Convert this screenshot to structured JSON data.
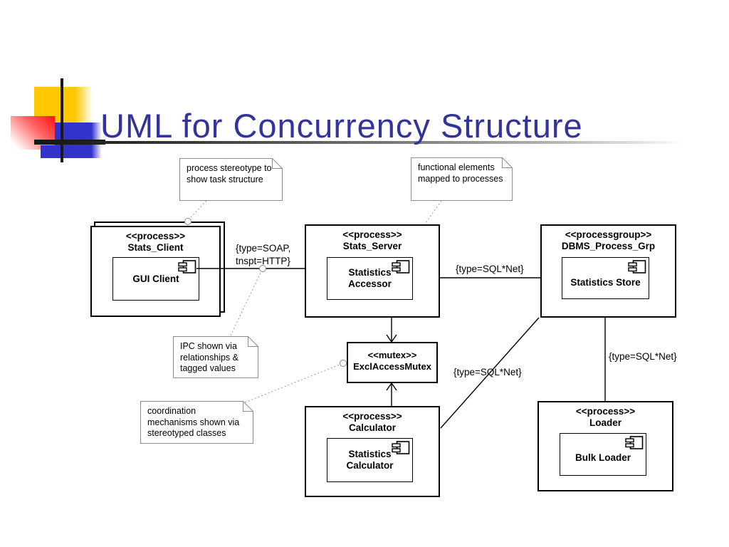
{
  "slide": {
    "title": "UML for Concurrency Structure"
  },
  "colors": {
    "title_text": "#333399",
    "deco_yellow": "#FFC800",
    "deco_red": "#FF1111",
    "deco_blue": "#3333CC",
    "diagram_line": "#000000",
    "note_border": "#8C8C8C"
  },
  "notes": [
    {
      "lines": [
        "process stereotype to",
        "show task structure"
      ]
    },
    {
      "lines": [
        "functional elements",
        "mapped to processes"
      ]
    },
    {
      "lines": [
        "IPC shown via",
        "relationships &",
        "tagged values"
      ]
    },
    {
      "lines": [
        "coordination",
        "mechanisms shown via",
        "stereotyped classes"
      ]
    }
  ],
  "boxes": {
    "stats_client": {
      "stereotype": "<<process>>",
      "name": "Stats_Client",
      "component": [
        "GUI Client"
      ]
    },
    "stats_server": {
      "stereotype": "<<process>>",
      "name": "Stats_Server",
      "component": [
        "Statistics",
        "Accessor"
      ]
    },
    "dbms": {
      "stereotype": "<<processgroup>>",
      "name": "DBMS_Process_Grp",
      "component": [
        "Statistics Store"
      ]
    },
    "mutex": {
      "stereotype": "<<mutex>>",
      "name": "ExclAccessMutex"
    },
    "calculator": {
      "stereotype": "<<process>>",
      "name": "Calculator",
      "component": [
        "Statistics",
        "Calculator"
      ]
    },
    "loader": {
      "stereotype": "<<process>>",
      "name": "Loader",
      "component": [
        "Bulk Loader"
      ]
    }
  },
  "connector_labels": {
    "soap": [
      "{type=SOAP,",
      "tnspt=HTTP}"
    ],
    "sql_server_dbms": "{type=SQL*Net}",
    "sql_calculator_dbms": "{type=SQL*Net}",
    "sql_dbms_loader": "{type=SQL*Net}"
  }
}
